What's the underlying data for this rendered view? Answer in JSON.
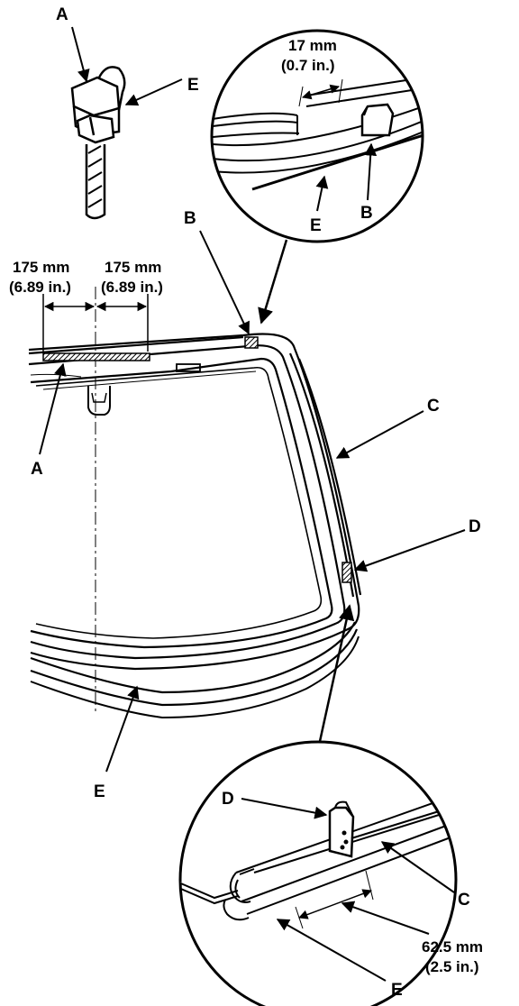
{
  "callouts": {
    "a_top": "A",
    "e_top": "E",
    "b_main": "B",
    "a_main": "A",
    "c_main": "C",
    "d_main": "D",
    "e_main": "E",
    "b_detail": "B",
    "e_detail": "E",
    "d_detail": "D",
    "c_detail": "C",
    "e_bottom": "E"
  },
  "dimensions": {
    "left_mm": "175 mm",
    "left_in": "(6.89 in.)",
    "right_mm": "175 mm",
    "right_in": "(6.89 in.)",
    "spacer_mm": "17 mm",
    "spacer_in": "(0.7 in.)",
    "side_mm": "62.5 mm",
    "side_in": "(2.5 in.)"
  }
}
